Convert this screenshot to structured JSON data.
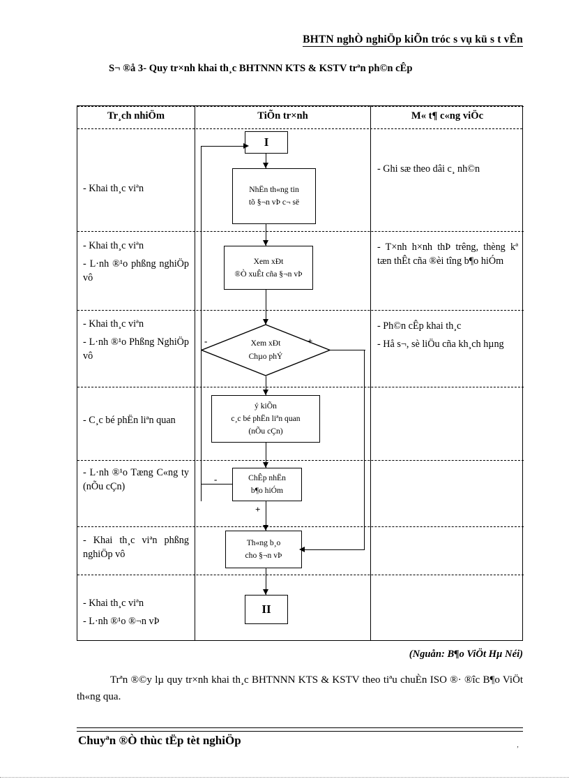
{
  "header": {
    "running_title": "BHTN nghÒ nghiÖp kiÕn tróc s  vụ kü s  t  vÊn"
  },
  "figure": {
    "caption": "S¬ ®å 3- Quy tr×nh khai th¸c BHTNNN KTS & KSTV trªn ph©n cÊp",
    "source_note": "(Nguån: B¶o ViÖt Hµ Néi)"
  },
  "table": {
    "columns": [
      {
        "key": "responsibility",
        "label": "Tr¸ch nhiÖm"
      },
      {
        "key": "process",
        "label": "TiÕn tr×nh"
      },
      {
        "key": "description",
        "label": "M« t¶ c«ng viÖc"
      }
    ],
    "rows": [
      {
        "responsibility": [
          "- Khai th¸c viªn"
        ],
        "description": [
          "- Ghi sæ theo dâi c¸ nh©n"
        ]
      },
      {
        "responsibility": [
          " - Khai th¸c viªn",
          "- L·nh ®¹o phßng nghiÖp vô"
        ],
        "description": [
          "- T×nh h×nh thÞ trêng, thèng kª tæn thÊt cña ®èi tîng b¶o hiÓm"
        ]
      },
      {
        "responsibility": [
          "-  Khai th¸c viªn",
          "- L·nh ®¹o Phßng NghiÖp vô"
        ],
        "description": [
          "- Ph©n cÊp khai th¸c",
          "- Hå s¬, sè liÖu cña kh¸ch hµng"
        ]
      },
      {
        "responsibility": [
          "- C¸c bé phËn liªn quan"
        ],
        "description": []
      },
      {
        "responsibility": [
          "- L·nh ®¹o Tæng C«ng ty (nÕu cÇn)"
        ],
        "description": []
      },
      {
        "responsibility": [
          "-  Khai th¸c viªn phßng nghiÖp vô"
        ],
        "description": []
      },
      {
        "responsibility": [
          "- Khai th¸c viªn",
          "- L·nh ®¹o ®¬n vÞ"
        ],
        "description": []
      }
    ]
  },
  "flowchart": {
    "type": "process-flow",
    "nodes": [
      {
        "id": "start",
        "shape": "terminal",
        "lines": [
          "I"
        ]
      },
      {
        "id": "receive",
        "shape": "rect",
        "lines": [
          "NhËn th«ng tin",
          "tõ  §¬n vÞ c¬ së"
        ]
      },
      {
        "id": "review",
        "shape": "rect",
        "lines": [
          "Xem xÐt",
          "®Ò xuÊt cña §¬n vÞ"
        ]
      },
      {
        "id": "quote",
        "shape": "diamond",
        "lines": [
          "Xem xÐt",
          "Chµo phÝ"
        ]
      },
      {
        "id": "opinion",
        "shape": "rect",
        "lines": [
          "ý kiÕn",
          "c¸c bé phËn liªn quan",
          "(nÕu cÇn)"
        ]
      },
      {
        "id": "accept",
        "shape": "rect",
        "lines": [
          "ChÊp nhËn",
          "b¶o hiÓm"
        ]
      },
      {
        "id": "notify",
        "shape": "rect",
        "lines": [
          "Th«ng b¸o",
          "cho §¬n vÞ"
        ]
      },
      {
        "id": "end",
        "shape": "terminal",
        "lines": [
          "II"
        ]
      }
    ],
    "branch_labels": {
      "quote_negative": "-",
      "quote_positive": "+",
      "accept_negative": "-",
      "accept_positive": "+"
    }
  },
  "body": {
    "paragraph": "Trªn ®©y lµ quy tr×nh khai th¸c BHTNNN KTS & KSTV theo tiªu chuÈn ISO ®· ®îc  B¶o ViÖt th«ng qua."
  },
  "footer": {
    "text": "Chuyªn ®Ò thùc tËp tèt nghiÖp",
    "mark": "‚"
  }
}
